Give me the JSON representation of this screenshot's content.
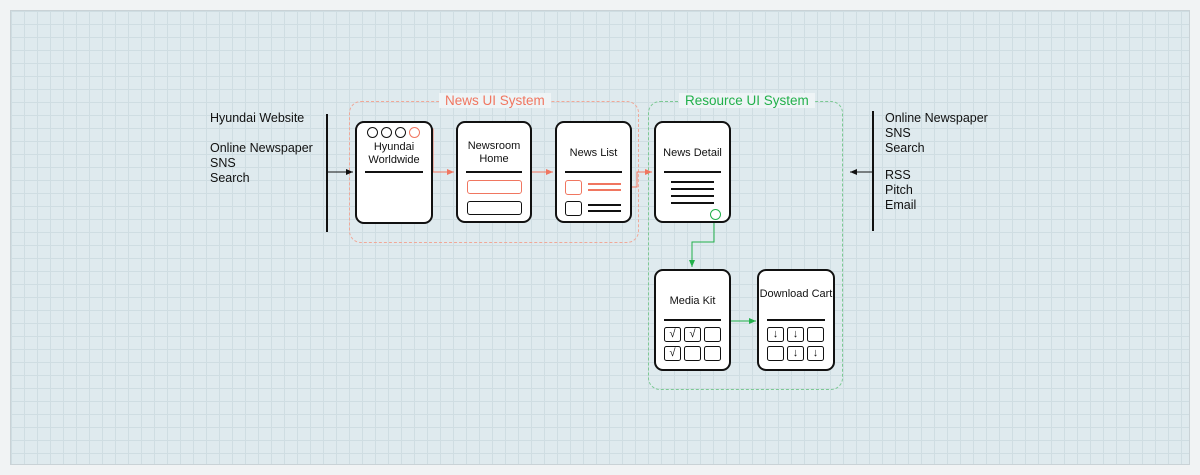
{
  "colors": {
    "news": "#f07660",
    "resource": "#22b04b",
    "ink": "#111111"
  },
  "left_sources": {
    "line1": "Hyundai Website",
    "line2": "Online Newspaper",
    "line3": "SNS",
    "line4": "Search"
  },
  "right_sources": {
    "line1": "Online Newspaper",
    "line2": "SNS",
    "line3": "Search",
    "line4": "RSS",
    "line5": "Pitch",
    "line6": "Email"
  },
  "groups": {
    "news_title": "News UI System",
    "resource_title": "Resource UI System"
  },
  "cards": {
    "worldwide": "Hyundai Worldwide",
    "newsroom": "Newsroom Home",
    "news_list": "News List",
    "news_detail": "News Detail",
    "media_kit": "Media Kit",
    "download_cart": "Download Cart"
  },
  "glyphs": {
    "check": "√",
    "down_arrow": "↓"
  }
}
